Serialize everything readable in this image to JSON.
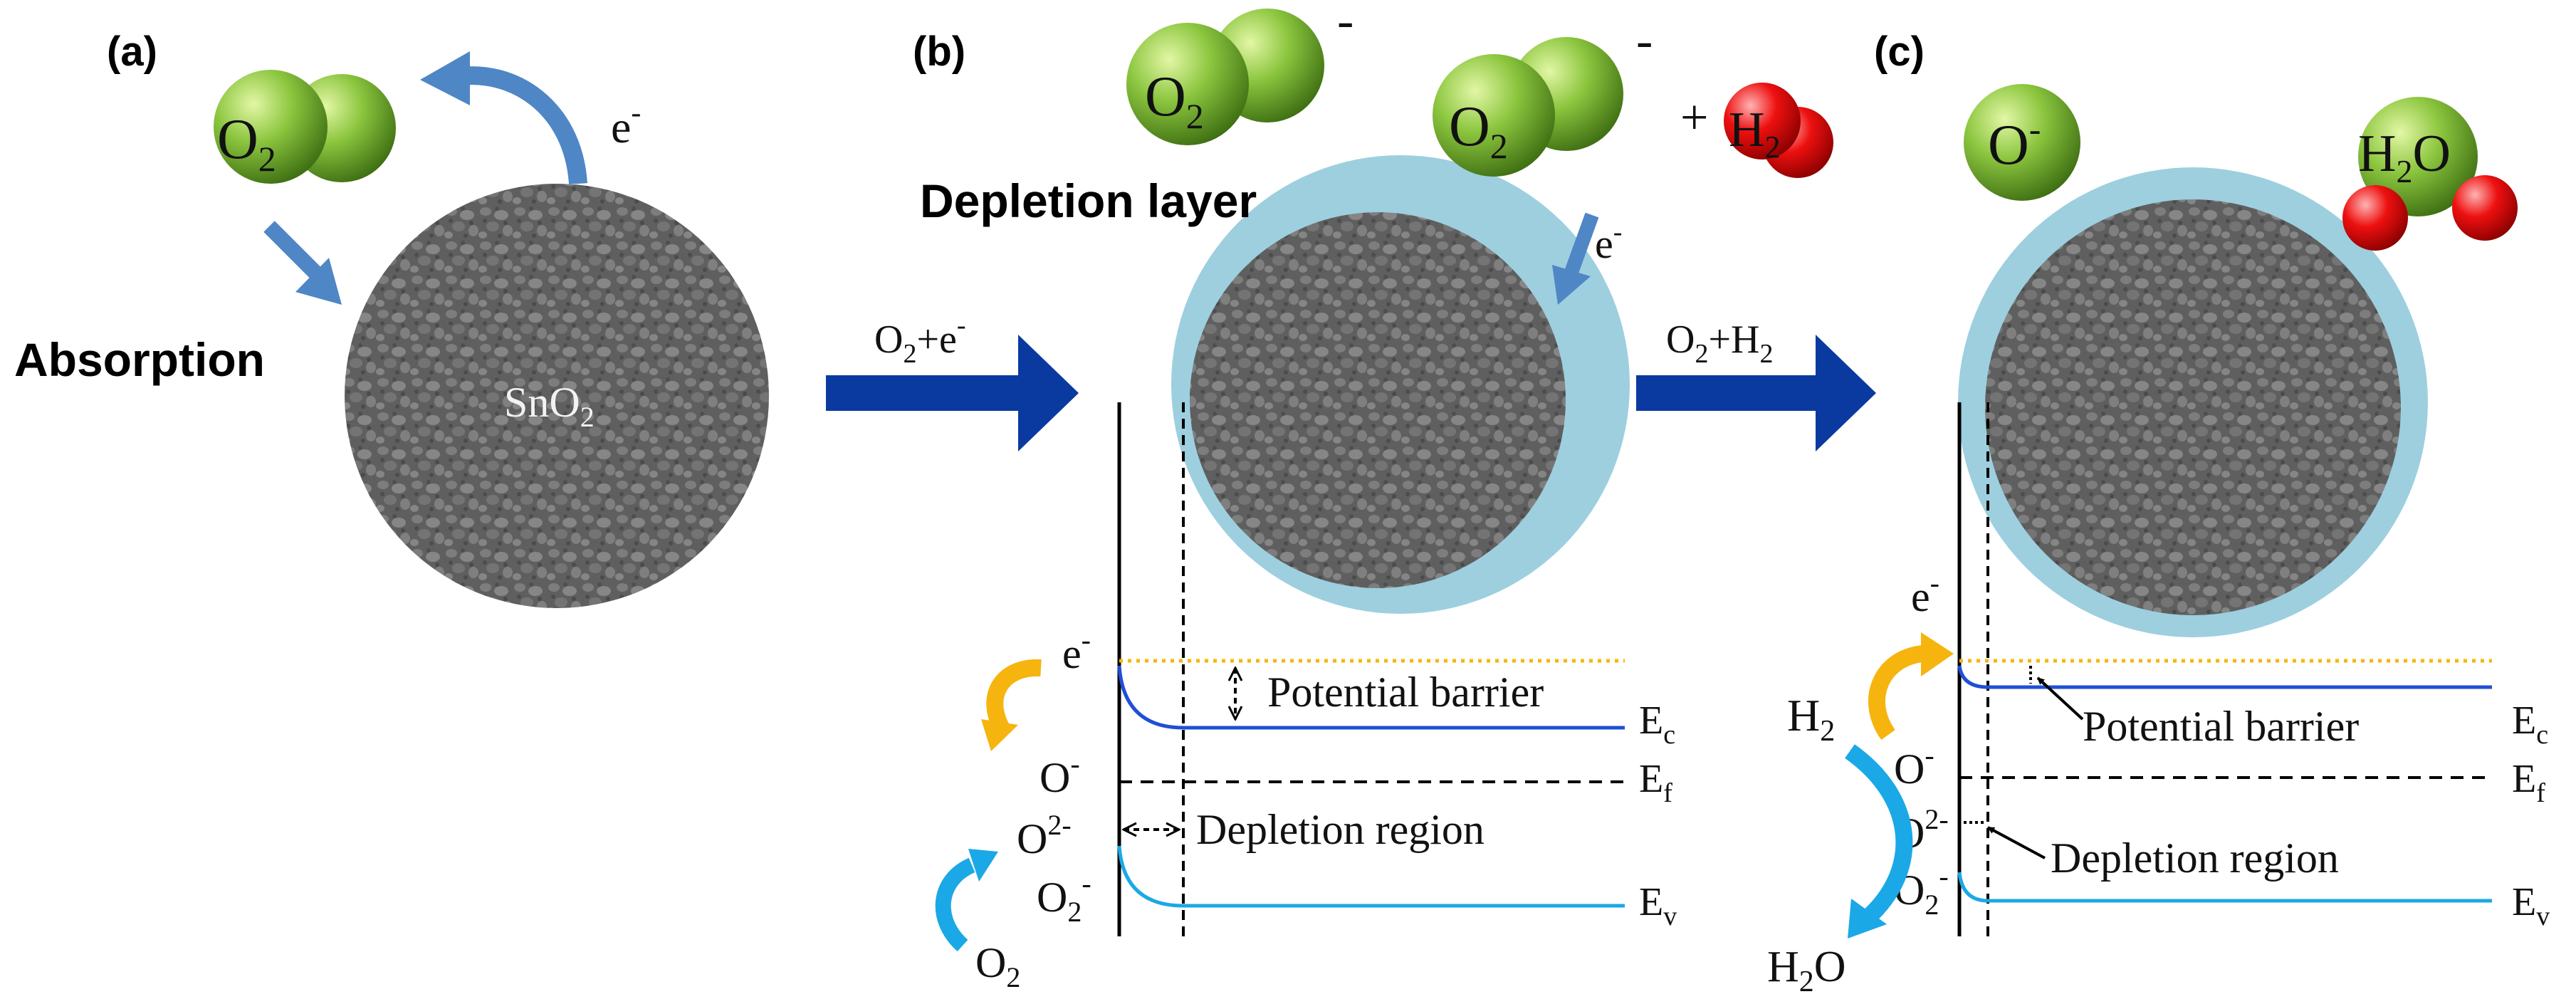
{
  "panels": {
    "a": {
      "label": "(a)",
      "o2_main": "O",
      "o2_sub": "2",
      "electron": "e",
      "electron_sup": "-",
      "absorption": "Absorption",
      "particle_main": "SnO",
      "particle_sub": "2"
    },
    "b": {
      "label": "(b)",
      "ion1_main": "O",
      "ion1_sub": "2",
      "ion1_charge": "-",
      "ion2_main": "O",
      "ion2_sub": "2",
      "ion2_charge": "-",
      "plus": "+",
      "h2_main": "H",
      "h2_sub": "2",
      "electron": "e",
      "electron_sup": "-",
      "depletion_layer": "Depletion layer",
      "arrow_main": "O",
      "arrow_sub": "2",
      "arrow_rest": "+e",
      "arrow_sup": "-",
      "band": {
        "e_main": "e",
        "e_sup": "-",
        "o_minus_main": "O",
        "o_minus_sup": "-",
        "o_2minus_main": "O",
        "o_2minus_sup": "2-",
        "o2_minus_main": "O",
        "o2_minus_sub": "2",
        "o2_minus_sup": "-",
        "o2_main": "O",
        "o2_sub": "2",
        "potential_barrier": "Potential barrier",
        "depletion_region": "Depletion region",
        "ec_main": "E",
        "ec_sub": "c",
        "ef_main": "E",
        "ef_sub": "f",
        "ev_main": "E",
        "ev_sub": "v"
      }
    },
    "c": {
      "label": "(c)",
      "o_minus_main": "O",
      "o_minus_sup": "-",
      "h2o_main": "H",
      "h2o_sub": "2",
      "h2o_rest": "O",
      "arrow_main": "O",
      "arrow_sub": "2",
      "arrow_rest": "+H",
      "arrow_sub2": "2",
      "band": {
        "e_main": "e",
        "e_sup": "-",
        "h2_main": "H",
        "h2_sub": "2",
        "o_minus_main": "O",
        "o_minus_sup": "-",
        "o_2minus_main": "O",
        "o_2minus_sup": "2-",
        "o2_minus_main": "O",
        "o2_minus_sub": "2",
        "o2_minus_sup": "-",
        "h2o_main": "H",
        "h2o_sub": "2",
        "h2o_rest": "O",
        "potential_barrier": "Potential barrier",
        "depletion_region": "Depletion region",
        "ec_main": "E",
        "ec_sub": "c",
        "ef_main": "E",
        "ef_sub": "f",
        "ev_main": "E",
        "ev_sub": "v"
      }
    }
  },
  "colors": {
    "oxygen_green": "#6fae2c",
    "hydrogen_red": "#e00000",
    "depletion_blue": "#9dcfdf",
    "particle_gray": "#606060",
    "process_arrow": "#0a3aa0",
    "electron_arrow": "#4f86c6",
    "yellow_arrow": "#f6b40e",
    "cyan_arrow": "#1ba8e6",
    "conduction_band": "#1f4fd6",
    "valence_band": "#1ba8e6",
    "fermi_dotted": "#f5b800"
  }
}
